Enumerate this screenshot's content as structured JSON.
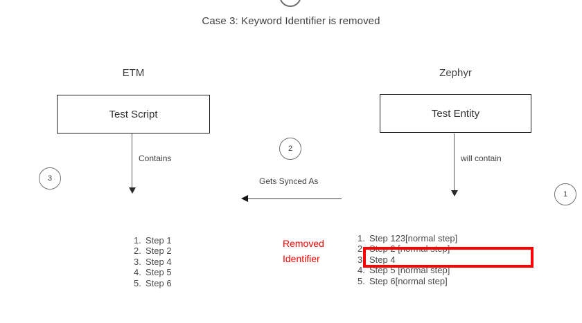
{
  "title": "Case 3: Keyword Identifier is removed",
  "markers": {
    "top_cut_circle": "",
    "left": "3",
    "center": "2",
    "right": "1"
  },
  "columns": {
    "left": {
      "heading": "ETM",
      "box_label": "Test Script",
      "arrow_label": "Contains",
      "steps": [
        {
          "num": "1.",
          "text": "Step 1"
        },
        {
          "num": "2.",
          "text": "Step 2"
        },
        {
          "num": "3.",
          "text": "Step 4"
        },
        {
          "num": "4.",
          "text": "Step 5"
        },
        {
          "num": "5.",
          "text": "Step 6"
        }
      ]
    },
    "right": {
      "heading": "Zephyr",
      "box_label": "Test Entity",
      "arrow_label": "will contain",
      "steps": [
        {
          "num": "1.",
          "text": "Step 123[normal step]"
        },
        {
          "num": "2.",
          "text": "Step 2 [normal step]"
        },
        {
          "num": "3.",
          "text": "Step 4"
        },
        {
          "num": "4.",
          "text": "Step 5 [normal step]"
        },
        {
          "num": "5.",
          "text": "Step 6[normal step]"
        }
      ]
    }
  },
  "sync": {
    "label": "Gets Synced As"
  },
  "annotation": {
    "line1": "Removed",
    "line2": "Identifier",
    "color": "#ff0000"
  },
  "colors": {
    "text": "#3f3f3f",
    "box_border": "#1b1b1b",
    "arrow": "#3a3a3a",
    "circle_border": "#707070",
    "highlight": "#ff0000",
    "background": "#ffffff"
  }
}
